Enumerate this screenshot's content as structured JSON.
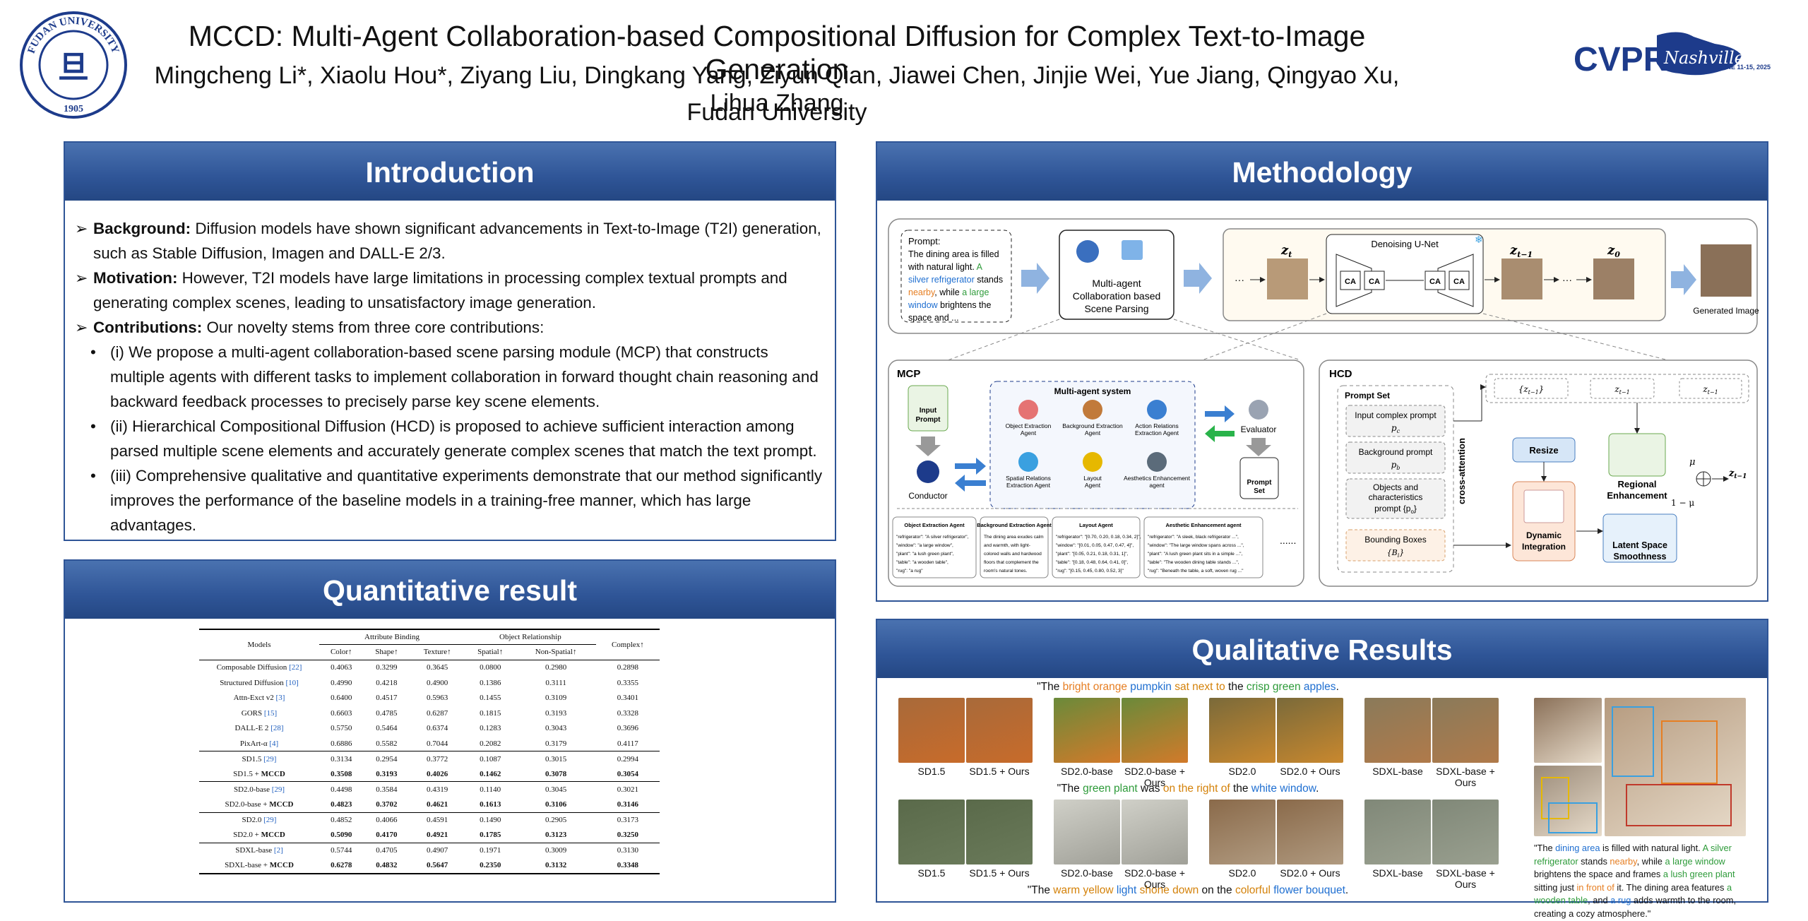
{
  "header": {
    "title": "MCCD: Multi-Agent Collaboration-based Compositional Diffusion for Complex Text-to-Image Generation",
    "authors": "Mingcheng Li*, Xiaolu Hou*, Ziyang Liu, Dingkang Yang, Ziyun Qian, Jiawei Chen, Jinjie Wei, Yue Jiang, Qingyao Xu, Lihua Zhang",
    "affiliation": "Fudan University",
    "left_logo_text": "FUDAN UNIVERSITY 1905",
    "right_logo_text": "CVPR Nashville JUNE 11-15, 2025"
  },
  "introduction": {
    "title": "Introduction",
    "background_label": "Background:",
    "background_text": " Diffusion models have shown significant advancements in Text-to-Image (T2I) generation, such as Stable Diffusion, Imagen  and DALL-E 2/3.",
    "motivation_label": "Motivation:",
    "motivation_text": " However, T2I models have large limitations in processing complex textual prompts and generating complex scenes, leading to unsatisfactory image generation.",
    "contributions_label": "Contributions:",
    "contributions_text": " Our novelty stems from three core contributions:",
    "points": [
      "(i) We propose a multi-agent collaboration-based scene parsing module (MCP) that constructs multiple agents with different tasks to implement collaboration in forward thought chain reasoning and backward feedback processes to precisely parse key scene elements.",
      "(ii) Hierarchical Compositional Diffusion (HCD) is proposed to achieve sufficient interaction among parsed multiple scene elements and accurately generate complex scenes that match the text prompt.",
      "(iii) Comprehensive qualitative and quantitative experiments demonstrate that our method significantly improves the performance of the baseline models in a training-free manner, which has large advantages."
    ]
  },
  "quantitative": {
    "title": "Quantitative result",
    "group_headers": {
      "models": "Models",
      "attr": "Attribute Binding",
      "obj": "Object Relationship",
      "complex": "Complex↑"
    },
    "columns": [
      "Color↑",
      "Shape↑",
      "Texture↑",
      "Spatial↑",
      "Non-Spatial↑"
    ],
    "rows": [
      {
        "name": "Composable Diffusion ",
        "ref": "[22]",
        "vals": [
          "0.4063",
          "0.3299",
          "0.3645",
          "0.0800",
          "0.2980",
          "0.2898"
        ]
      },
      {
        "name": "Structured Diffusion ",
        "ref": "[10]",
        "vals": [
          "0.4990",
          "0.4218",
          "0.4900",
          "0.1386",
          "0.3111",
          "0.3355"
        ]
      },
      {
        "name": "Attn-Exct v2 ",
        "ref": "[3]",
        "vals": [
          "0.6400",
          "0.4517",
          "0.5963",
          "0.1455",
          "0.3109",
          "0.3401"
        ]
      },
      {
        "name": "GORS ",
        "ref": "[15]",
        "vals": [
          "0.6603",
          "0.4785",
          "0.6287",
          "0.1815",
          "0.3193",
          "0.3328"
        ]
      },
      {
        "name": "DALL-E 2 ",
        "ref": "[28]",
        "vals": [
          "0.5750",
          "0.5464",
          "0.6374",
          "0.1283",
          "0.3043",
          "0.3696"
        ]
      },
      {
        "name": "PixArt-α ",
        "ref": "[4]",
        "vals": [
          "0.6886",
          "0.5582",
          "0.7044",
          "0.2082",
          "0.3179",
          "0.4117"
        ]
      },
      {
        "name": "SD1.5 ",
        "ref": "[29]",
        "vals": [
          "0.3134",
          "0.2954",
          "0.3772",
          "0.1087",
          "0.3015",
          "0.2994"
        ]
      },
      {
        "name": "SD1.5 + ",
        "ours": "MCCD",
        "vals": [
          "0.3508",
          "0.3193",
          "0.4026",
          "0.1462",
          "0.3078",
          "0.3054"
        ]
      },
      {
        "name": "SD2.0-base ",
        "ref": "[29]",
        "vals": [
          "0.4498",
          "0.3584",
          "0.4319",
          "0.1140",
          "0.3045",
          "0.3021"
        ]
      },
      {
        "name": "SD2.0-base + ",
        "ours": "MCCD",
        "vals": [
          "0.4823",
          "0.3702",
          "0.4621",
          "0.1613",
          "0.3106",
          "0.3146"
        ]
      },
      {
        "name": "SD2.0 ",
        "ref": "[29]",
        "vals": [
          "0.4852",
          "0.4066",
          "0.4591",
          "0.1490",
          "0.2905",
          "0.3173"
        ]
      },
      {
        "name": "SD2.0 + ",
        "ours": "MCCD",
        "vals": [
          "0.5090",
          "0.4170",
          "0.4921",
          "0.1785",
          "0.3123",
          "0.3250"
        ]
      },
      {
        "name": "SDXL-base ",
        "ref": "[2]",
        "vals": [
          "0.5744",
          "0.4705",
          "0.4907",
          "0.1971",
          "0.3009",
          "0.3130"
        ]
      },
      {
        "name": "SDXL-base + ",
        "ours": "MCCD",
        "vals": [
          "0.6278",
          "0.4832",
          "0.5647",
          "0.2350",
          "0.3132",
          "0.3348"
        ]
      }
    ]
  },
  "methodology": {
    "title": "Methodology",
    "prompt_label": "Prompt:",
    "prompt_a": "The dining area is filled with natural light. ",
    "prompt_b": "A silver refrigerator",
    "prompt_c": " stands ",
    "prompt_d": "nearby",
    "prompt_e": ", while ",
    "prompt_f": "a large window",
    "prompt_g": " brightens the space and ...",
    "parsing_label": "Multi-agent Collaboration based Scene Parsing",
    "unet_label": "Denoising U-Net",
    "ca": "CA",
    "zt": "z",
    "generated": "Generated Image",
    "mcp": "MCP",
    "hcd": "HCD",
    "mas": "Multi-agent system",
    "input_prompt": "Input Prompt",
    "conductor": "Conductor",
    "evaluator": "Evaluator",
    "prompt_set": "Prompt Set",
    "agents": [
      "Object Extraction Agent",
      "Background Extraction Agent",
      "Action Relations Extraction Agent",
      "Spatial Relations Extraction Agent",
      "Layout Agent",
      "Aesthetics Enhancement agent"
    ],
    "hcd_prompt_set": "Prompt Set",
    "hcd_items": [
      "Input complex prompt",
      "Background prompt",
      "Objects and characteristics prompt",
      "Bounding Boxes"
    ],
    "resize": "Resize",
    "cross_attention": "cross-attention",
    "regional": "Regional Enhancement",
    "dynamic": "Dynamic Integration",
    "latent": "Latent Space Smoothness",
    "mu": "μ",
    "one_minus_mu": "1 − μ",
    "agent_outputs": [
      {
        "title": "Object Extraction Agent",
        "lines": [
          "\"refrigerator\": \"A silver refrigerator\",",
          "\"window\": \"a large window\",",
          "\"plant\": \"a lush green plant\",",
          "\"table\": \"a wooden table\",",
          "\"rug\": \"a rug\""
        ]
      },
      {
        "title": "Background Extraction Agent",
        "lines": [
          "The dining area exudes calm",
          "and warmth, with light-",
          "colored walls and hardwood",
          "floors that complement the",
          "room's natural tones."
        ]
      },
      {
        "title": "Layout Agent",
        "lines": [
          "\"refrigerator\": \"[0.70, 0.20, 0.18, 0.34, 2]\",",
          "\"window\": \"[0.01, 0.05, 0.47, 0.47, 4]\",",
          "\"plant\": \"[0.05, 0.21, 0.18, 0.31, 1]\",",
          "\"table\": \"[0.18, 0.48, 0.64, 0.41, 0]\",",
          "\"rug\": \"[0.15, 0.45, 0.80, 0.52, 3]\""
        ]
      },
      {
        "title": "Aesthetic Enhancement agent",
        "lines": [
          "\"refrigerator\": \"A sleek, black refrigerator ...\",",
          "\"window\": \"The large window spans across ...\",",
          "\"plant\": \"A lush green plant sits in a simple ...\",",
          "\"table\": \"The wooden dining table stands ...\",",
          "\"rug\": \"Beneath the table, a soft, woven rug ...\""
        ]
      }
    ],
    "ellipsis": "......"
  },
  "qualitative": {
    "title": "Qualitative Results",
    "p1": [
      "\"The ",
      "bright orange ",
      "pumpkin ",
      "sat next to ",
      "the ",
      "crisp green ",
      "apples",
      "."
    ],
    "p2": [
      "\"The ",
      "green plant ",
      "was ",
      "on the right of ",
      "the ",
      "white window",
      "."
    ],
    "p3": [
      "\"The ",
      "warm yellow ",
      "light ",
      "shone down ",
      "on the ",
      "colorful ",
      "flower bouquet",
      "."
    ],
    "captions": [
      "SD1.5",
      "SD1.5 + Ours",
      "SD2.0-base",
      "SD2.0-base + Ours",
      "SD2.0",
      "SD2.0 + Ours",
      "SDXL-base",
      "SDXL-base + Ours"
    ],
    "side_caption": [
      "\"The ",
      "dining area",
      " is filled with natural light. ",
      "A silver refrigerator",
      " stands ",
      "nearby",
      ", while ",
      "a large window",
      " brightens the space and frames ",
      "a lush green plant",
      " sitting just ",
      "in front of",
      " it. The dining area features ",
      "a wooden table",
      ", and ",
      "a rug",
      " adds warmth to the room, creating a cozy atmosphere.\""
    ]
  },
  "colors": {
    "panel_blue": "#2f5597",
    "accent_orange": "#e67e22",
    "accent_blue": "#1f6fd1",
    "accent_green": "#2e9b3a"
  }
}
